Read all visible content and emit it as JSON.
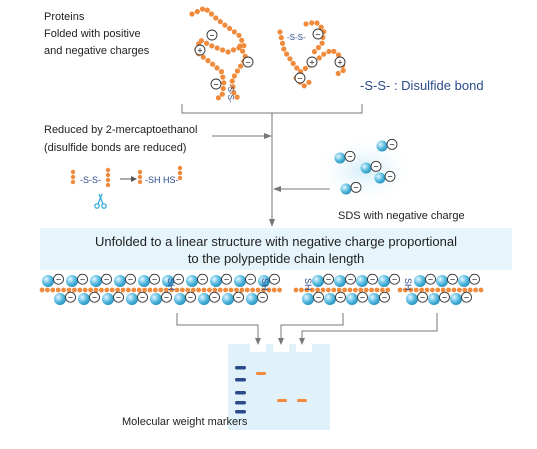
{
  "colors": {
    "bead": "#f08a3c",
    "sds": "#3aa8d2",
    "sds_light": "#bfe6f5",
    "disulfide": "#2a4a8a",
    "band": "#2a4a8a",
    "sample_band": "#f08a3c",
    "arrow": "#777777",
    "banner": "#e6f4fb",
    "gel": "#e0f1fa"
  },
  "icons": [
    "scissors-icon",
    "minus-charge-icon",
    "plus-charge-icon",
    "arrow-right-icon"
  ],
  "labels": {
    "proteins_title": "Proteins",
    "proteins_line2": "Folded with positive",
    "proteins_line3": "and negative charges",
    "disulfide_legend": "-S-S- : Disulfide bond",
    "reduced_line1": "Reduced by 2-mercaptoethanol",
    "reduced_line2": "(disulfide bonds are reduced)",
    "ss_tag": "-S-S-",
    "sh_tag": "-SH HS-",
    "sds_caption": "SDS with negative charge",
    "banner_line1": "Unfolded to a linear structure with negative charge proportional",
    "banner_line2": "to the polypeptide chain length",
    "sh_short": "SH",
    "mw_markers": "Molecular weight markers",
    "minus": "−",
    "plus": "+"
  }
}
